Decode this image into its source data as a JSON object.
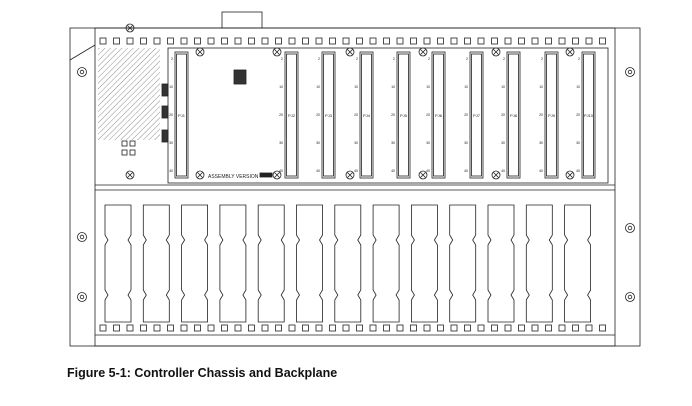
{
  "figure": {
    "caption": "Figure 5-1: Controller Chassis and Backplane",
    "assembly_label": "ASSEMBLY VERSION",
    "connectors": [
      "PJ1",
      "PJ2",
      "PJ3",
      "PJ4",
      "PJ5",
      "PJ6",
      "PJ7",
      "PJ8",
      "PJ9",
      "PJ10"
    ],
    "pin_labels": [
      "2",
      "10",
      "20",
      "30",
      "40"
    ],
    "card_slot_count": 13
  }
}
